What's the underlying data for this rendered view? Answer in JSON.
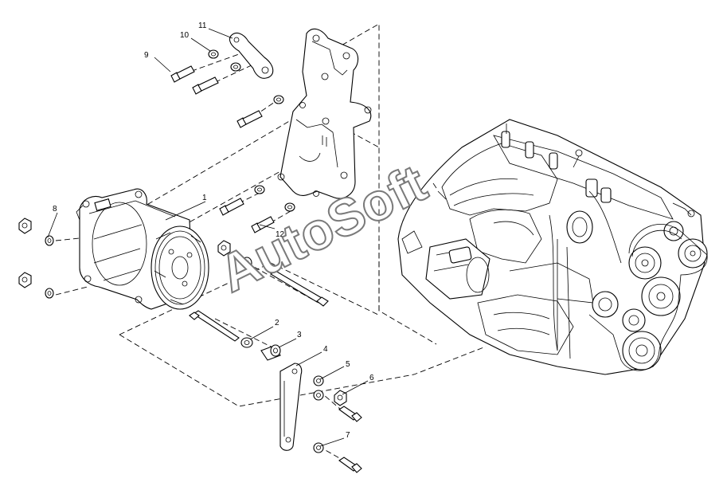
{
  "callouts": {
    "c1": "1",
    "c2": "2",
    "c3": "3",
    "c4": "4",
    "c5": "5",
    "c6": "6",
    "c7": "7",
    "c8": "8",
    "c9": "9",
    "c10": "10",
    "c11": "11",
    "c12": "12"
  },
  "watermark": "AutoSoft",
  "colors": {
    "line": "#000000",
    "background": "#ffffff",
    "watermark_outline": "#7a7a7a"
  }
}
